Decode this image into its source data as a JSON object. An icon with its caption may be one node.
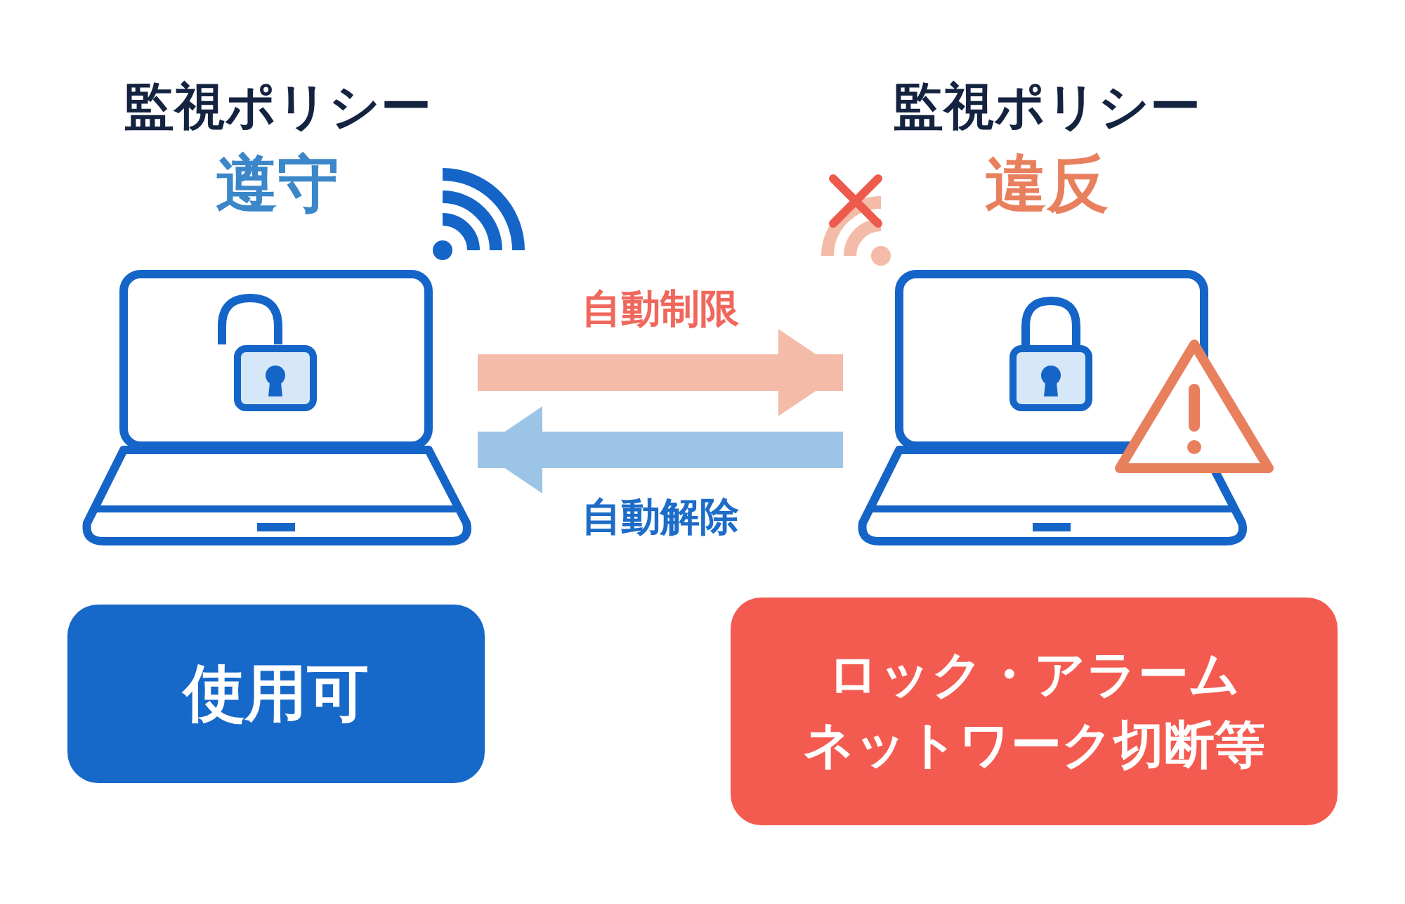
{
  "diagram": {
    "nodes": [
      {
        "text": [
          "監視ポリシー",
          "遵守"
        ]
      },
      {
        "text": [
          "監視ポリシー",
          "違反"
        ]
      },
      {
        "text": [
          "使用可"
        ]
      },
      {
        "text": [
          "ロック・アラーム",
          "ネットワーク切断等"
        ]
      }
    ],
    "edges": [
      {
        "from": 0,
        "to": 1,
        "arrow": "to",
        "label": "自動制限",
        "color": "#f3bba8"
      },
      {
        "from": 1,
        "to": 0,
        "arrow": "to",
        "label": "自動解除",
        "color": "#9cc4e6"
      }
    ]
  }
}
